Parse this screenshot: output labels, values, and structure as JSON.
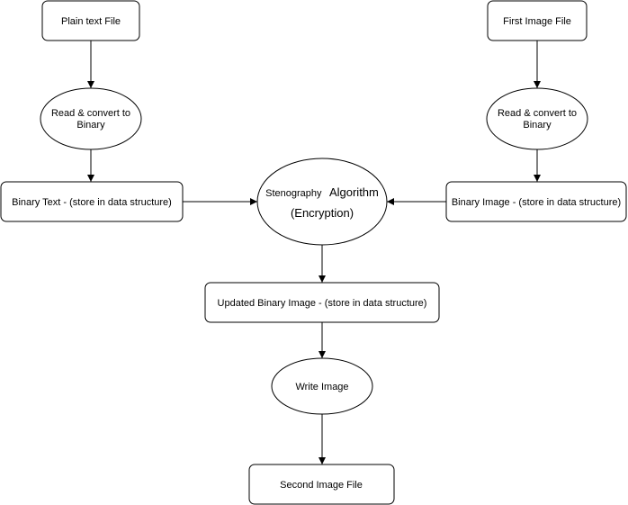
{
  "nodes": {
    "plain_text_file": {
      "label": "Plain text File"
    },
    "read_convert_left": {
      "line1": "Read & convert to",
      "line2": "Binary"
    },
    "binary_text": {
      "label": "Binary Text - (store in data structure)"
    },
    "first_image_file": {
      "label": "First Image File"
    },
    "read_convert_right": {
      "line1": "Read & convert to",
      "line2": "Binary"
    },
    "binary_image": {
      "label": "Binary Image - (store in data structure)"
    },
    "algorithm": {
      "line1_a": "Stenography",
      "line1_b": "Algorithm",
      "line2": "(Encryption)"
    },
    "updated_binary": {
      "label": "Updated Binary Image - (store in data structure)"
    },
    "write_image": {
      "label": "Write Image"
    },
    "second_image_file": {
      "label": "Second Image File"
    }
  },
  "edges": [
    {
      "from": "Plain text File",
      "to": "Read & convert to Binary"
    },
    {
      "from": "Read & convert to Binary",
      "to": "Binary Text - (store in data structure)"
    },
    {
      "from": "Binary Text - (store in data structure)",
      "to": "Stenography Algorithm (Encryption)"
    },
    {
      "from": "First Image File",
      "to": "Read & convert to Binary"
    },
    {
      "from": "Read & convert to Binary",
      "to": "Binary Image - (store in data structure)"
    },
    {
      "from": "Binary Image - (store in data structure)",
      "to": "Stenography Algorithm (Encryption)"
    },
    {
      "from": "Stenography Algorithm (Encryption)",
      "to": "Updated Binary Image - (store in data structure)"
    },
    {
      "from": "Updated Binary Image - (store in data structure)",
      "to": "Write Image"
    },
    {
      "from": "Write Image",
      "to": "Second Image File"
    }
  ]
}
